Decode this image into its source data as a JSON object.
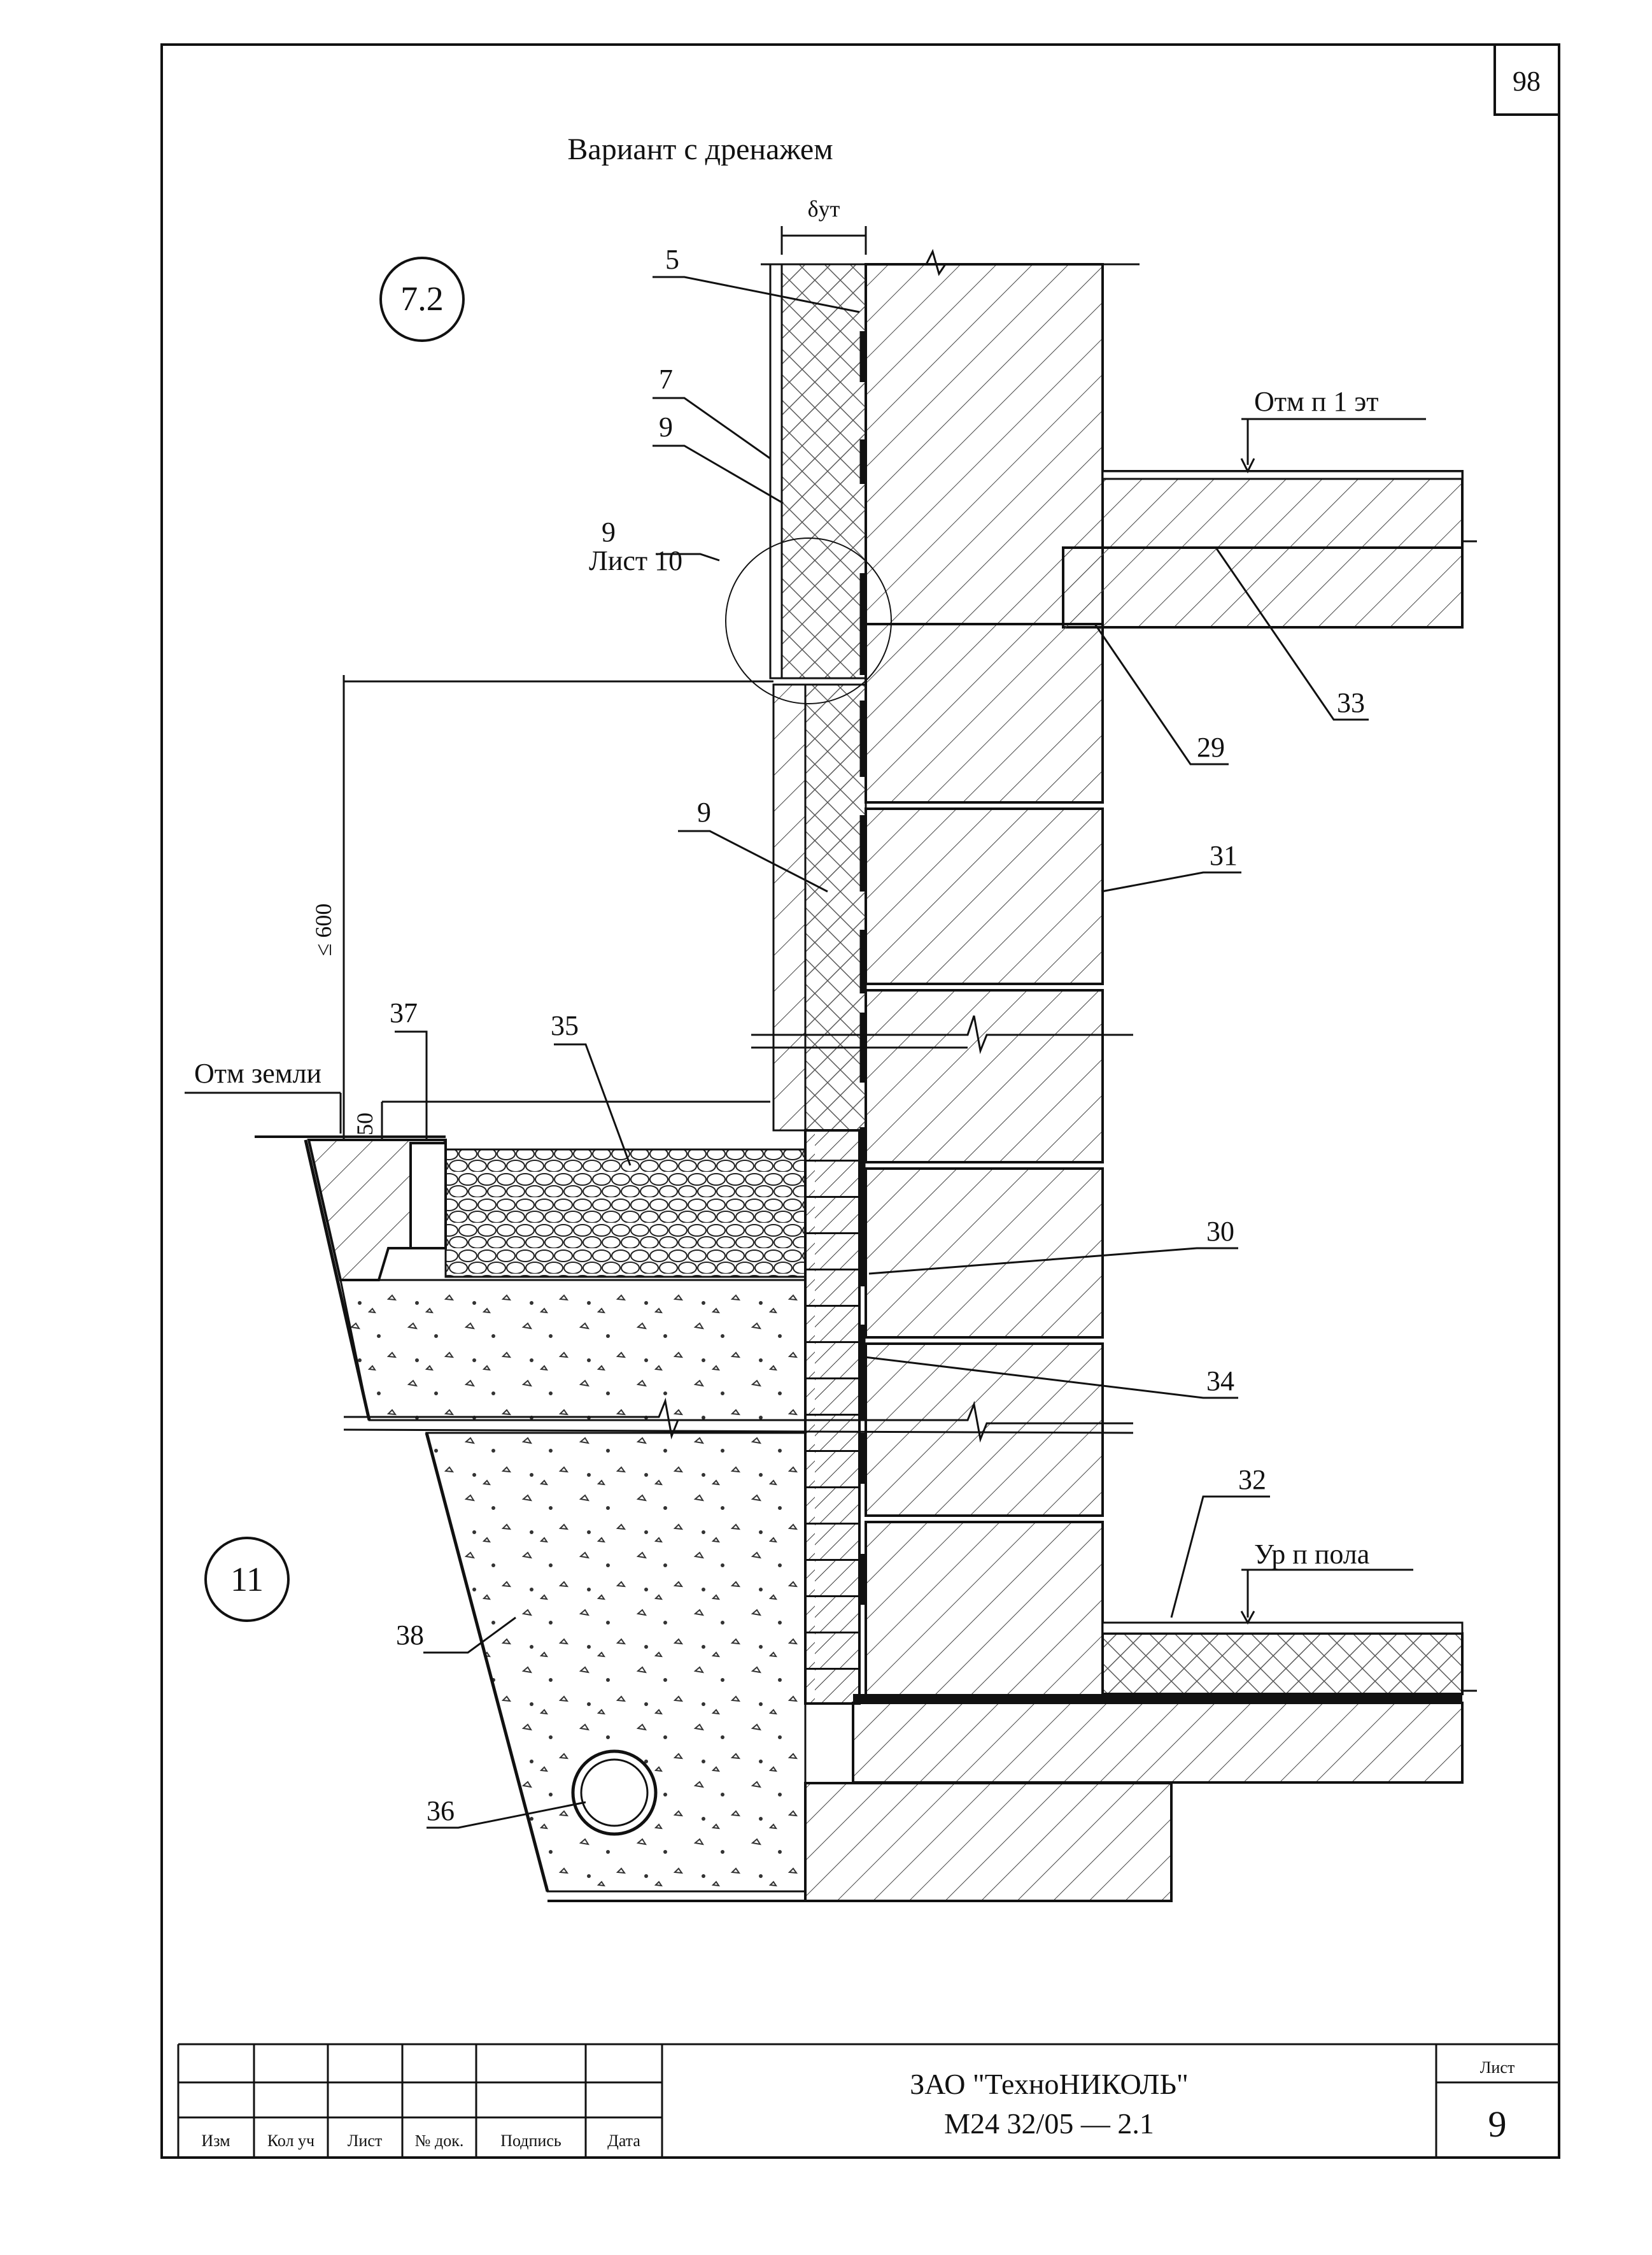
{
  "page_number": "98",
  "title": "Вариант с дренажем",
  "detail_circle_top": "7.2",
  "detail_circle_bottom": "11",
  "dimension_top": "δут",
  "callouts": {
    "c5": "5",
    "c7": "7",
    "c9a": "9",
    "c9b": "9",
    "c9c": "9",
    "ref_sheet": "Лист 10",
    "c29": "29",
    "c30": "30",
    "c31": "31",
    "c32": "32",
    "c33": "33",
    "c34": "34",
    "c35": "35",
    "c36": "36",
    "c37": "37",
    "c38": "38"
  },
  "level_labels": {
    "first_floor": "Отм п 1 эт",
    "ground": "Отм земли",
    "basement_floor": "Ур п пола"
  },
  "dimensions": {
    "height_600": "≤ 600",
    "d50": "50"
  },
  "title_block": {
    "company": "ЗАО \"ТехноНИКОЛЬ\"",
    "code": "М24 32/05   —   2.1",
    "sheet_label": "Лист",
    "sheet_number": "9",
    "headers": [
      "Изм",
      "Кол уч",
      "Лист",
      "№ док.",
      "Подпись",
      "Дата"
    ]
  }
}
